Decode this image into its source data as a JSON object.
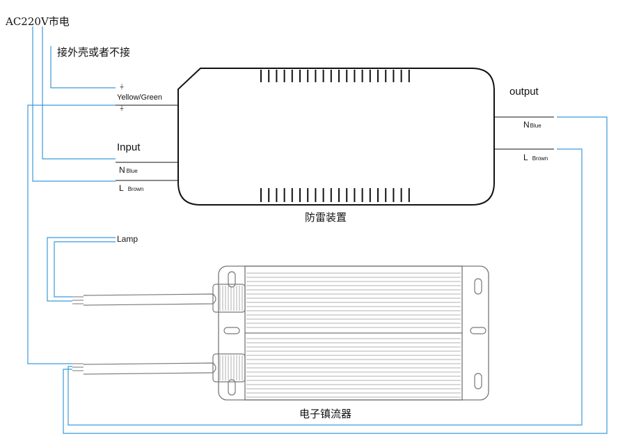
{
  "labels": {
    "mains": "AC220V市电",
    "ground_note": "接外壳或者不接",
    "yellow_green": "Yellow/Green",
    "input": "Input",
    "n_prefix": "N",
    "blue": "Blue",
    "l_prefix": "L",
    "brown": "Brown",
    "output": "output",
    "surge_protector": "防雷装置",
    "lamp": "Lamp",
    "ballast": "电子镇流器"
  },
  "colors": {
    "wire": "#3a9ad9",
    "outline": "#111111",
    "ballast_outline": "#777777"
  }
}
